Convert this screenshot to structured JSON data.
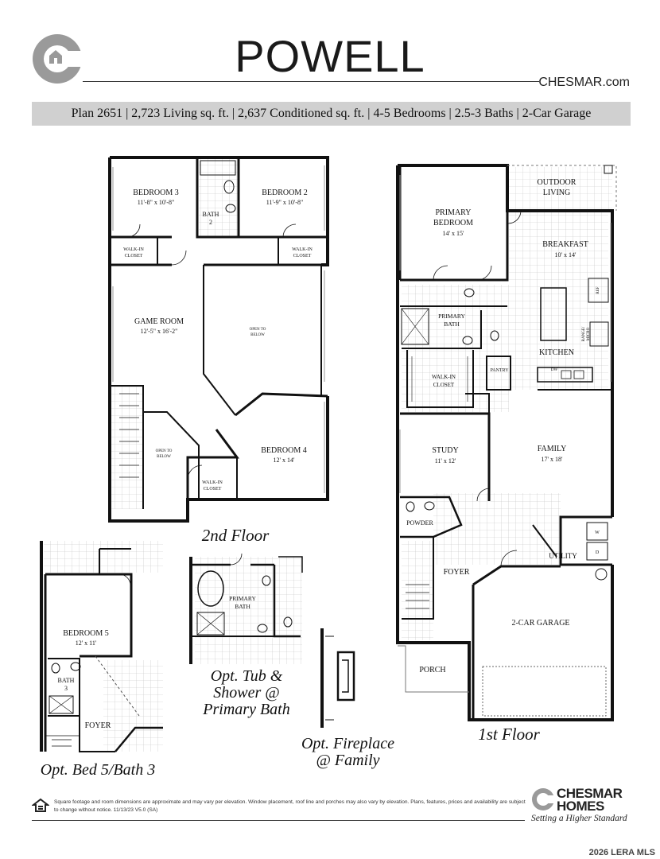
{
  "header": {
    "title": "POWELL",
    "site": "CHESMAR.com",
    "specs": "Plan 2651 | 2,723 Living sq. ft. | 2,637 Conditioned sq. ft. | 4-5 Bedrooms | 2.5-3 Baths | 2-Car Garage"
  },
  "second_floor": {
    "label": "2nd Floor",
    "rooms": {
      "bedroom3": "BEDROOM 3",
      "bedroom3_dim": "11'-8\" x 10'-8\"",
      "bath2": "BATH",
      "bath2_num": "2",
      "bedroom2": "BEDROOM 2",
      "bedroom2_dim": "11'-9\" x 10'-8\"",
      "walkin1a": "WALK-IN",
      "walkin1b": "CLOSET",
      "walkin2a": "WALK-IN",
      "walkin2b": "CLOSET",
      "gameroom": "GAME ROOM",
      "gameroom_dim": "12'-5\" x 16'-2\"",
      "open_below1a": "OPEN TO",
      "open_below1b": "BELOW",
      "open_below2a": "OPEN TO",
      "open_below2b": "BELOW",
      "bedroom4": "BEDROOM 4",
      "bedroom4_dim": "12' x 14'",
      "walkin3a": "WALK-IN",
      "walkin3b": "CLOSET"
    }
  },
  "first_floor": {
    "label": "1st Floor",
    "rooms": {
      "outdoor1": "OUTDOOR",
      "outdoor2": "LIVING",
      "primary_bed1": "PRIMARY",
      "primary_bed2": "BEDROOM",
      "primary_bed_dim": "14' x 15'",
      "breakfast": "BREAKFAST",
      "breakfast_dim": "10' x 14'",
      "ref": "REF",
      "primary_bath1": "PRIMARY",
      "primary_bath2": "BATH",
      "range": "RANGE/",
      "micro": "MICRO",
      "kitchen": "KITCHEN",
      "dw": "DW",
      "walkin1": "WALK-IN",
      "walkin2": "CLOSET",
      "pantry": "PANTRY",
      "study": "STUDY",
      "study_dim": "11' x 12'",
      "family": "FAMILY",
      "family_dim": "17' x 18'",
      "powder": "POWDER",
      "w": "W",
      "d": "D",
      "utility": "UTILITY",
      "foyer": "FOYER",
      "garage": "2-CAR GARAGE",
      "porch": "PORCH"
    }
  },
  "options": {
    "opt_bed5_label": "Opt. Bed 5/Bath 3",
    "bedroom5": "BEDROOM 5",
    "bedroom5_dim": "12' x 11'",
    "bath3": "BATH",
    "bath3_num": "3",
    "foyer": "FOYER",
    "opt_tub_line1": "Opt. Tub &",
    "opt_tub_line2": "Shower @",
    "opt_tub_line3": "Primary Bath",
    "opt_tub_room1": "PRIMARY",
    "opt_tub_room2": "BATH",
    "opt_fire_line1": "Opt. Fireplace",
    "opt_fire_line2": "@ Family"
  },
  "footer": {
    "disclaimer": "Square footage and room dimensions are approximate and may vary per elevation. Window placement, roof line and porches may also vary by elevation. Plans, features, prices and availability are subject to change without notice. 11/13/23 V5.0 (SA)",
    "brand_line1": "CHESMAR",
    "brand_line2": "HOMES",
    "tagline": "Setting a Higher Standard",
    "copyright": "2026 LERA MLS"
  },
  "colors": {
    "wall": "#111111",
    "grid": "#bfbfbf",
    "spec_bar": "#d0d0d0",
    "logo_gray": "#9a9a9a"
  }
}
